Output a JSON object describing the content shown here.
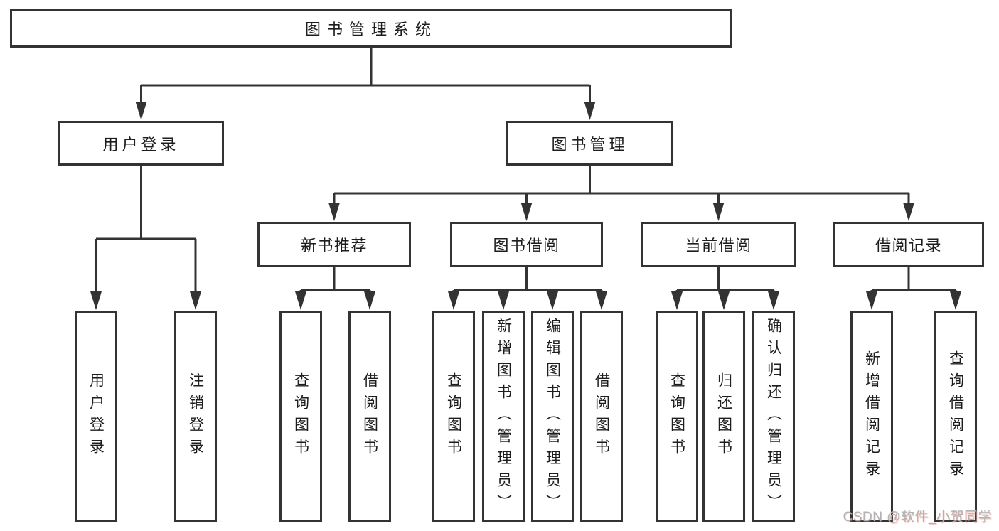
{
  "diagram": {
    "title": "图书管理系统",
    "level2": [
      {
        "label": "用户登录",
        "children": [
          "用户登录",
          "注销登录"
        ]
      },
      {
        "label": "图书管理",
        "children": [
          "新书推荐",
          "图书借阅",
          "当前借阅",
          "借阅记录"
        ]
      }
    ],
    "level3": [
      {
        "label": "新书推荐",
        "children": [
          "查询图书",
          "借阅图书"
        ]
      },
      {
        "label": "图书借阅",
        "children": [
          "查询图书",
          "新增图书（管理员）",
          "编辑图书（管理员）",
          "借阅图书"
        ]
      },
      {
        "label": "当前借阅",
        "children": [
          "查询图书",
          "归还图书",
          "确认归还（管理员）"
        ]
      },
      {
        "label": "借阅记录",
        "children": [
          "新增借阅记录",
          "查询借阅记录"
        ]
      }
    ],
    "watermark": "CSDN @软件_小贺同学",
    "colors": {
      "line": "#333333",
      "box_border": "#333333",
      "box_background": "#ffffff",
      "text": "#1d1d1d",
      "watermark_text": "#b3b3b3",
      "watermark_shadow": "#e28076"
    }
  }
}
